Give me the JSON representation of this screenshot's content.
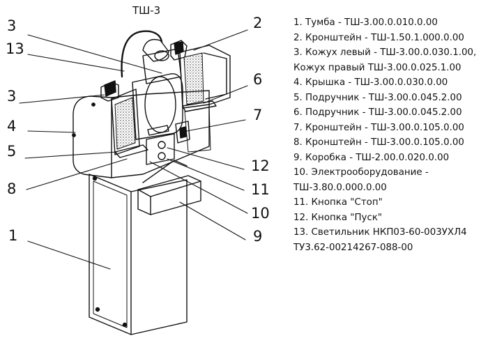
{
  "title": "ТШ-3",
  "callouts": [
    "1",
    "2",
    "3",
    "3",
    "4",
    "5",
    "6",
    "7",
    "8",
    "9",
    "10",
    "11",
    "12",
    "13"
  ],
  "legend": [
    "1. Тумба - ТШ-3.00.0.010.0.00",
    "2. Кронштейн - ТШ-1.50.1.000.0.00",
    "3. Кожух левый - ТШ-3.00.0.030.1.00,",
    "Кожух правый ТШ-3.00.0.025.1.00",
    "4. Крышка - ТШ-3.00.0.030.0.00",
    "5. Подручник - ТШ-3.00.0.045.2.00",
    "6. Подручник - ТШ-3.00.0.045.2.00",
    "7. Кронштейн - ТШ-3.00.0.105.0.00",
    "8. Кронштейн - ТШ-3.00.0.105.0.00",
    "9. Коробка - ТШ-2.00.0.020.0.00",
    "10. Электрооборудование -",
    "ТШ-3.80.0.000.0.00",
    "11. Кнопка \"Стоп\"",
    "12. Кнопка \"Пуск\"",
    "13. Светильник НКП03-60-003УХЛ4",
    "ТУ3.62-00214267-088-00"
  ]
}
